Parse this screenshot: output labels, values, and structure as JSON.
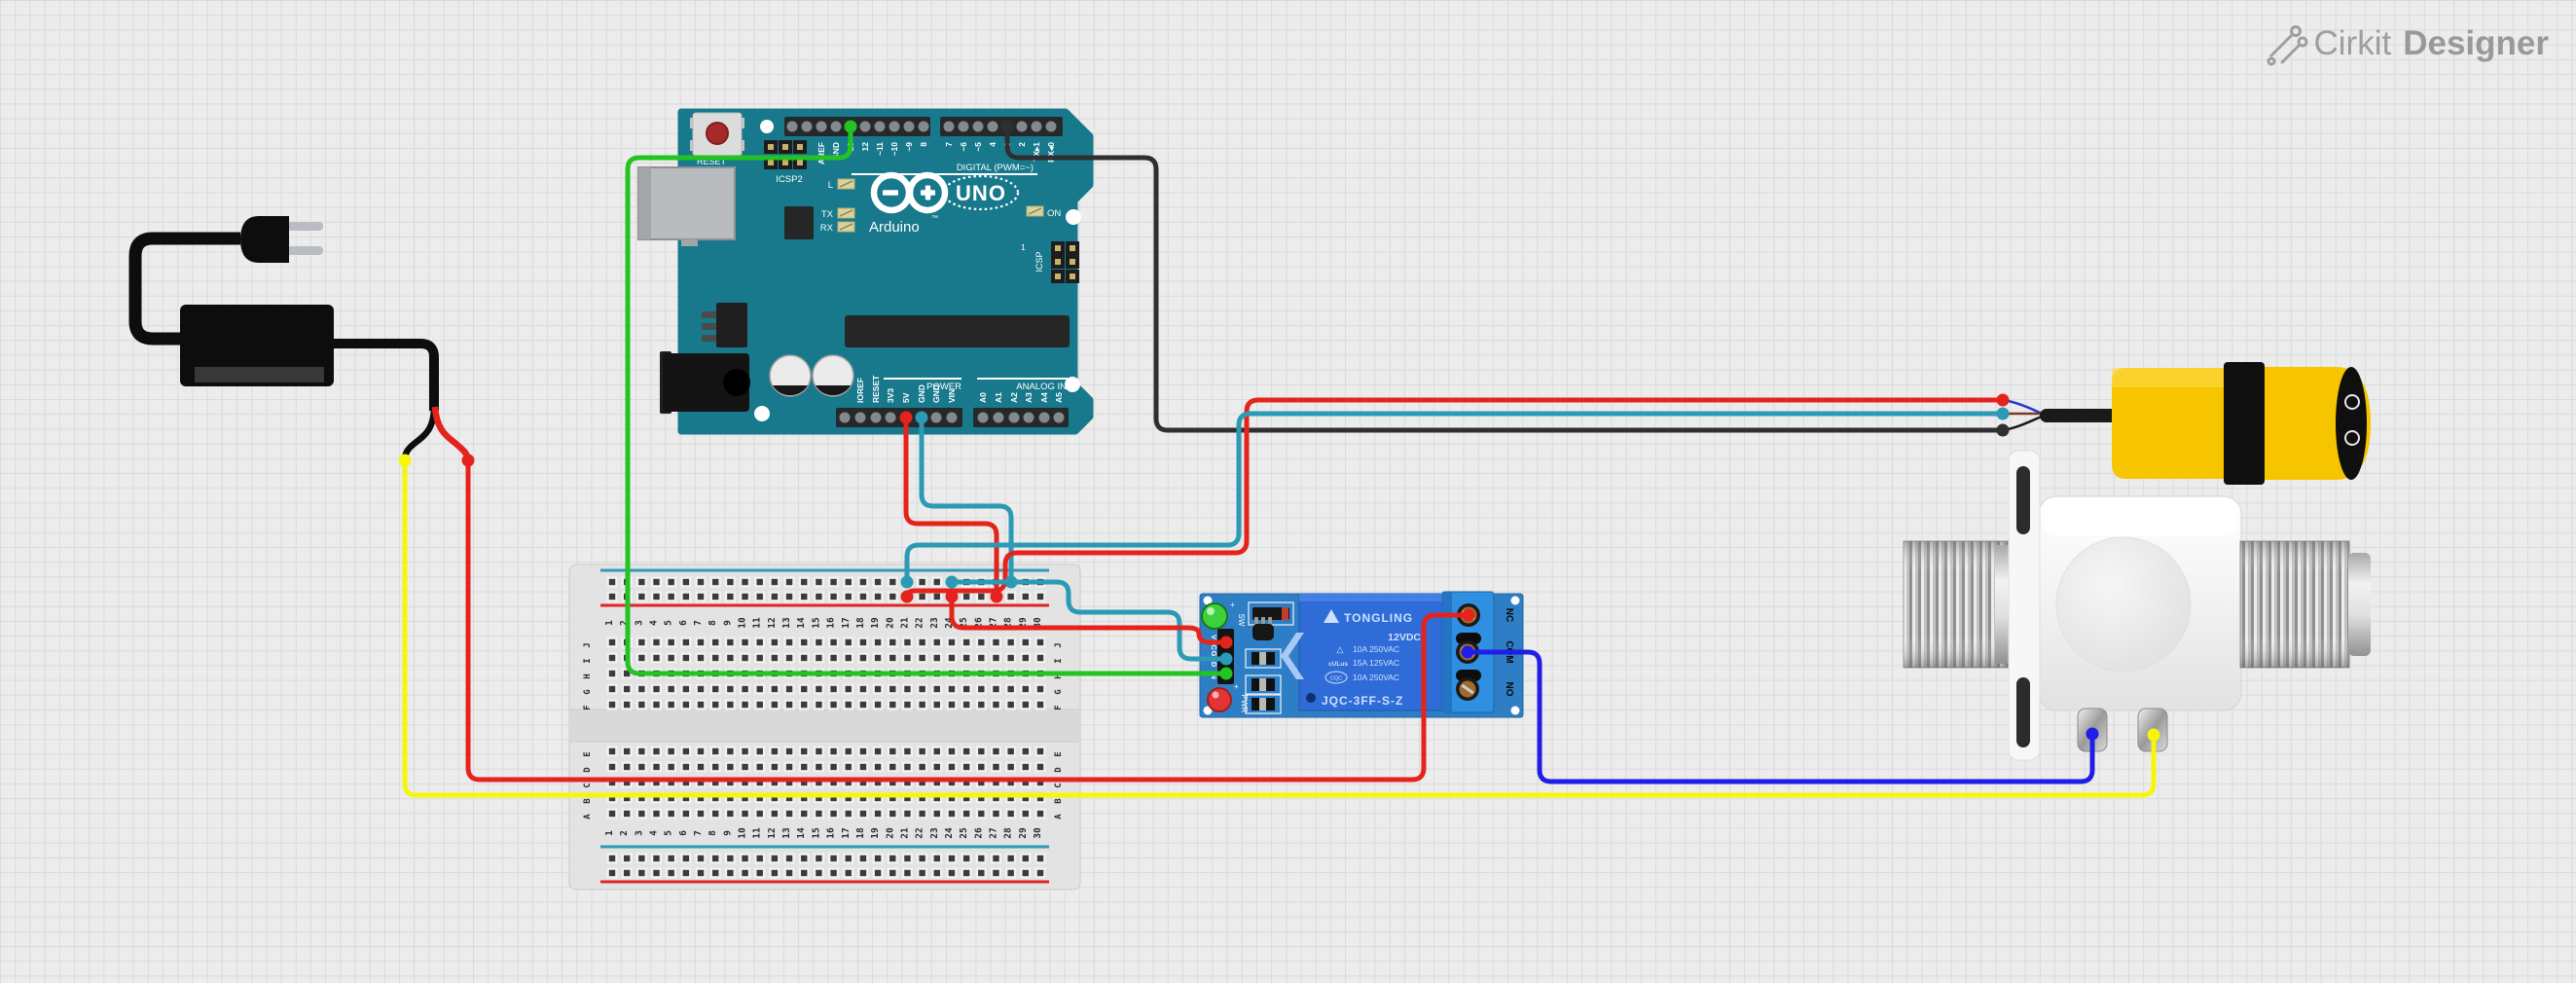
{
  "brand": {
    "regular": "Cirkit",
    "bold": "Designer"
  },
  "colors": {
    "board_teal": "#17798b",
    "wire_red": "#e5231c",
    "wire_green": "#22c322",
    "wire_cyan": "#2a9ab5",
    "wire_blue": "#1e1ee6",
    "wire_yellow": "#f6f60a",
    "wire_black": "#2f2f2f",
    "adapter_black": "#0d0d0d",
    "relay_pcb": "#2e7ec6",
    "relay_cube": "#2f6cd8",
    "relay_terminal": "#2f8fe0",
    "sensor_yellow": "#f6c500",
    "rail_red": "#e02424",
    "rail_blue": "#2e9ab8"
  },
  "arduino": {
    "title": "UNO",
    "brand": "Arduino",
    "tm": "™",
    "digital_caption": "DIGITAL (PWM=~)",
    "digital_row1_labels": [
      "",
      "",
      "AREF",
      "GND",
      "13",
      "12",
      "~11",
      "~10",
      "~9",
      "8"
    ],
    "digital_row2_labels": [
      "7",
      "~6",
      "~5",
      "4",
      "~3",
      "2",
      "TX▸1",
      "RX◂0"
    ],
    "power_caption": "POWER",
    "power_labels": [
      "",
      "IOREF",
      "RESET",
      "3V3",
      "5V",
      "GND",
      "GND",
      "VIN"
    ],
    "analog_caption": "ANALOG IN",
    "analog_labels": [
      "A0",
      "A1",
      "A2",
      "A3",
      "A4",
      "A5"
    ],
    "reset_label": "RESET",
    "icsp2_label": "ICSP2",
    "icsp_label": "ICSP",
    "icsp_pin1": "1",
    "led_l": "L",
    "led_tx": "TX",
    "led_rx": "RX",
    "led_on": "ON"
  },
  "breadboard": {
    "columns": [
      "1",
      "2",
      "3",
      "4",
      "5",
      "6",
      "7",
      "8",
      "9",
      "10",
      "11",
      "12",
      "13",
      "14",
      "15",
      "16",
      "17",
      "18",
      "19",
      "20",
      "21",
      "22",
      "23",
      "24",
      "25",
      "26",
      "27",
      "28",
      "29",
      "30"
    ],
    "rows_top": [
      "J",
      "I",
      "H",
      "G",
      "F"
    ],
    "rows_bottom": [
      "E",
      "D",
      "C",
      "B",
      "A"
    ]
  },
  "relay": {
    "plus_sw": "+",
    "sw": "SW",
    "plus_pwr": "+",
    "pwr": "PWR",
    "pins": [
      "VCC",
      "GND",
      "IN"
    ],
    "brand": "TONGLING",
    "voltage": "12VDC",
    "ul": "cULus",
    "cqc": "CQC",
    "ratings": [
      "10A 250VAC",
      "15A 125VAC",
      "10A 250VAC"
    ],
    "model": "JQC-3FF-S-Z",
    "terminals": [
      "NC",
      "COM",
      "NO"
    ]
  }
}
